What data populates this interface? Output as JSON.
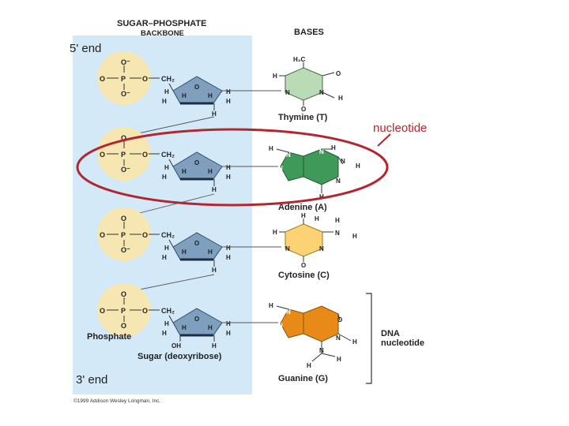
{
  "header": {
    "backbone_line1": "Sugar–phosphate",
    "backbone_line2": "backbone",
    "bases": "Bases"
  },
  "ends": {
    "five_prime": "5' end",
    "three_prime": "3' end"
  },
  "callouts": {
    "nucleotide": "nucleotide",
    "dna_line1": "DNA",
    "dna_line2": "nucleotide"
  },
  "part_labels": {
    "phosphate": "Phosphate",
    "sugar": "Sugar (deoxyribose)"
  },
  "phosphate_atoms": {
    "o": "O",
    "o_minus": "O⁻",
    "p": "P",
    "ch2": "CH₂"
  },
  "sugar_atoms": {
    "o": "O",
    "h": "H",
    "oh": "OH"
  },
  "base_atoms": {
    "n": "N",
    "h": "H",
    "o": "O",
    "h3c": "H₃C"
  },
  "bases": [
    {
      "name": "Thymine (T)",
      "color": "#b9dbb6"
    },
    {
      "name": "Adenine (A)",
      "color": "#3f9a5a"
    },
    {
      "name": "Cytosine (C)",
      "color": "#fcd374"
    },
    {
      "name": "Guanine (G)",
      "color": "#e88a17"
    }
  ],
  "colors": {
    "backbone_panel": "#d3e9f8",
    "phosphate_disc": "#f6e6b1",
    "sugar_ring": "#7e9fbd",
    "nucleotide_ellipse": "#b2272f"
  },
  "copyright": "©1999 Addison Wesley Longman, Inc."
}
